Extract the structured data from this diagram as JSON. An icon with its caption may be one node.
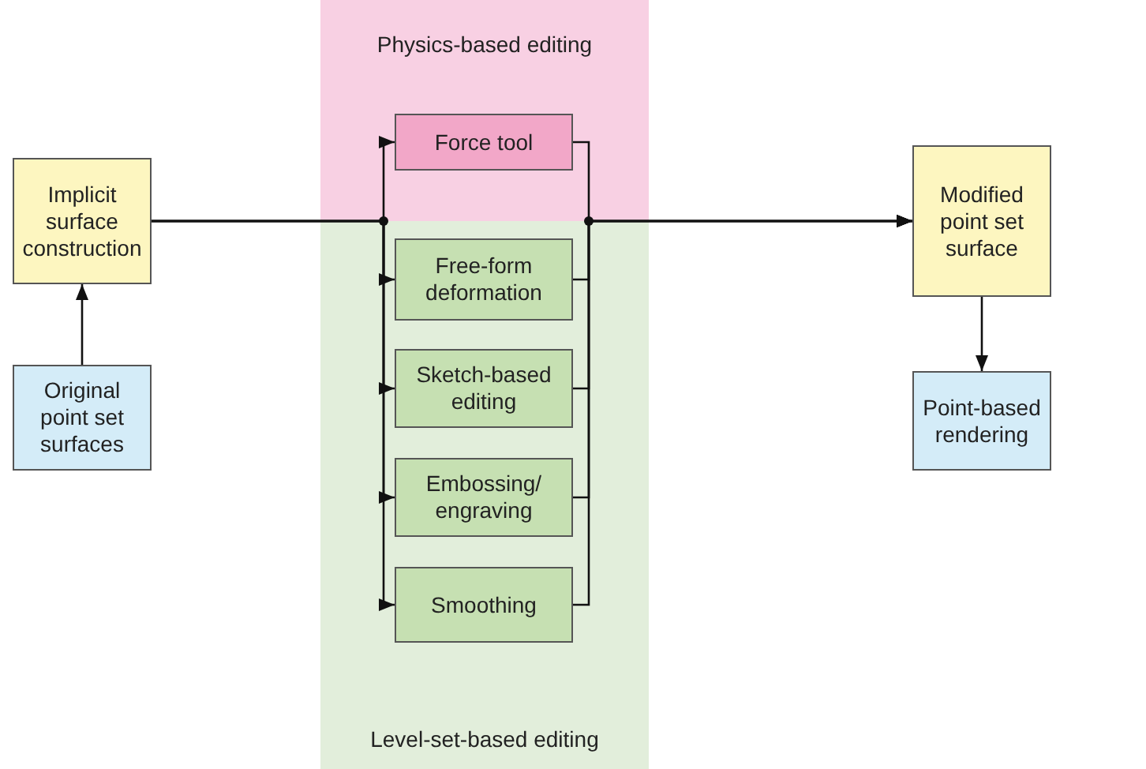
{
  "diagram": {
    "nodes": [
      {
        "text": [
          "Implicit surface construction"
        ]
      },
      {
        "text": [
          "Original point set surfaces"
        ]
      },
      {
        "text": [
          "Physics-based editing"
        ]
      },
      {
        "text": [
          "Force tool"
        ],
        "in": 2
      },
      {
        "text": [
          "Level-set-based editing"
        ]
      },
      {
        "text": [
          "Free-form deformation"
        ],
        "in": 4
      },
      {
        "text": [
          "Sketch-based editing"
        ],
        "in": 4
      },
      {
        "text": [
          "Embossing/ engraving"
        ],
        "in": 4
      },
      {
        "text": [
          "Smoothing"
        ],
        "in": 4
      },
      {
        "text": [
          "Modified point set surface"
        ]
      },
      {
        "text": [
          "Point-based rendering"
        ]
      }
    ],
    "edges": [
      {
        "from": 1,
        "to": 0,
        "arrow": "to"
      },
      {
        "from": 0,
        "to": 3,
        "arrow": "to"
      },
      {
        "from": 0,
        "to": 5,
        "arrow": "to"
      },
      {
        "from": 0,
        "to": 6,
        "arrow": "to"
      },
      {
        "from": 0,
        "to": 7,
        "arrow": "to"
      },
      {
        "from": 0,
        "to": 8,
        "arrow": "to"
      },
      {
        "from": 3,
        "to": 9,
        "arrow": "to"
      },
      {
        "from": 5,
        "to": 9,
        "arrow": "to"
      },
      {
        "from": 6,
        "to": 9,
        "arrow": "to"
      },
      {
        "from": 7,
        "to": 9,
        "arrow": "to"
      },
      {
        "from": 8,
        "to": 9,
        "arrow": "to"
      },
      {
        "from": 9,
        "to": 10,
        "arrow": "to"
      }
    ]
  }
}
